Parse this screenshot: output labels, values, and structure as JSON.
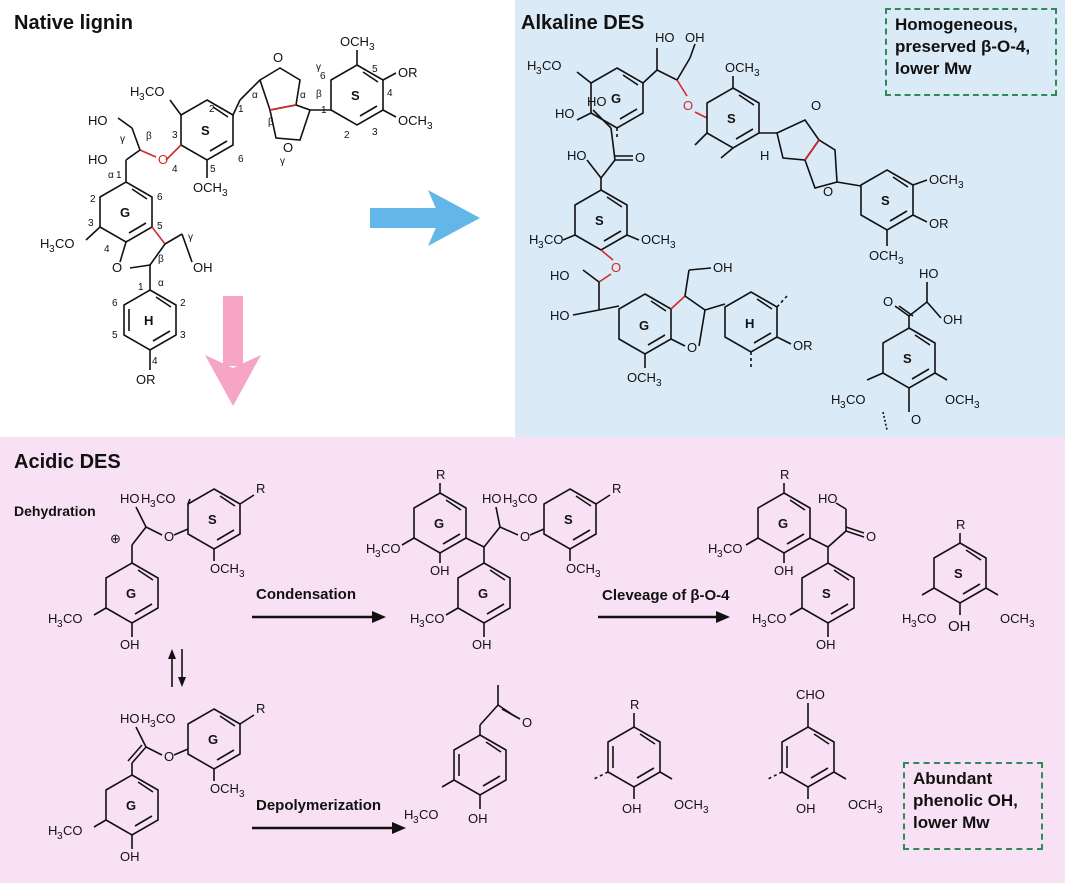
{
  "native": {
    "title": "Native lignin",
    "unit_labels": [
      "S",
      "G",
      "H",
      "S"
    ]
  },
  "alkaline": {
    "title": "Alkaline DES",
    "callout": [
      "Homogeneous,",
      "preserved β-O-4,",
      "lower Mw"
    ],
    "unit_labels": [
      "G",
      "S",
      "S",
      "S",
      "G",
      "H",
      "S"
    ]
  },
  "acidic": {
    "title": "Acidic DES",
    "dehydration": "Dehydration",
    "condensation": "Condensation",
    "cleavage": "Cleveage of β-O-4",
    "depolymerization": "Depolymerization",
    "callout": [
      "Abundant",
      "phenolic OH,",
      "lower Mw"
    ],
    "unit_labels": [
      "S",
      "G",
      "G",
      "S",
      "G",
      "G",
      "S",
      "S",
      "G"
    ]
  },
  "colors": {
    "alkaline_bg": "#dbeaf7",
    "acidic_bg": "#f9e1f5",
    "blue_arrow": "#62b6e8",
    "pink_arrow": "#f6a6c4",
    "callout_border": "#2e8b57",
    "highlight_bond": "#d62828"
  },
  "icons": {
    "blue_arrow": "right-arrow-icon",
    "pink_arrow": "down-arrow-icon"
  }
}
